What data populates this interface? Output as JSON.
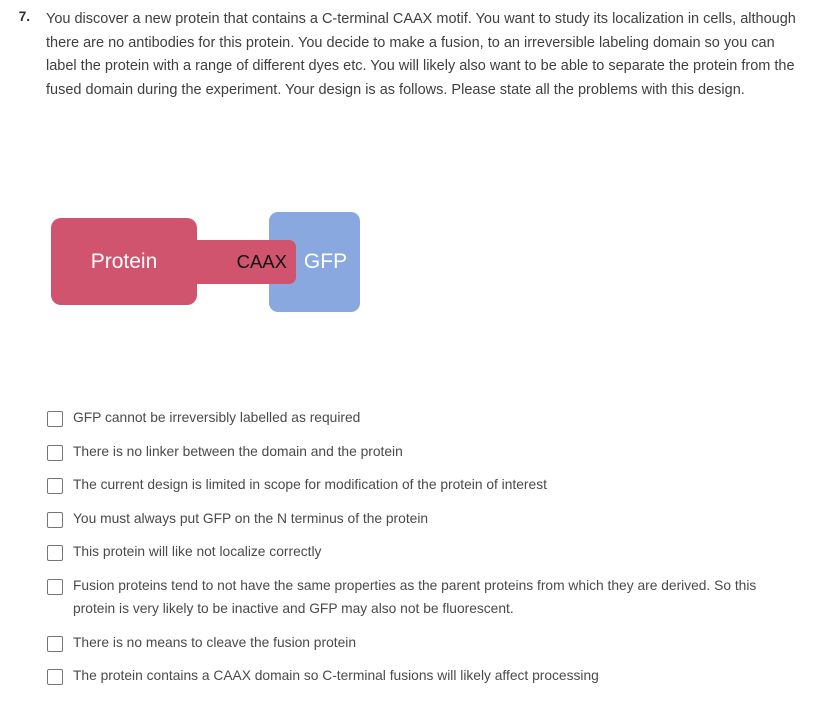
{
  "question": {
    "number": "7.",
    "text": "You discover a new protein that contains a C-terminal CAAX motif. You want to study its localization in cells, although there are no antibodies for this protein. You decide to make a fusion, to an irreversible labeling domain so you can label the protein with a range of different dyes etc. You will likely also want to be able to separate the protein from the fused domain during the experiment. Your design is as follows. Please state all the problems with this design."
  },
  "diagram": {
    "protein_label": "Protein",
    "caax_label": "CAAX",
    "gfp_label": "GFP",
    "protein_color": "#d1546f",
    "caax_color": "#d1546f",
    "gfp_color": "#8aa8e0",
    "protein_text_color": "#ffffff",
    "caax_text_color": "#141414",
    "gfp_text_color": "#ffffff"
  },
  "options": [
    {
      "label": "GFP cannot be irreversibly labelled as required",
      "checked": false
    },
    {
      "label": "There is no linker between the domain and the protein",
      "checked": false
    },
    {
      "label": "The current design is limited in scope for modification of the protein of interest",
      "checked": false
    },
    {
      "label": "You must always put GFP on the N terminus of the protein",
      "checked": false
    },
    {
      "label": "This protein will like not localize correctly",
      "checked": false
    },
    {
      "label": "Fusion proteins tend to not have the same properties as the parent proteins from which they are derived. So this protein is very likely to be inactive and GFP may also not be fluorescent.",
      "checked": false
    },
    {
      "label": "There is no means to cleave the fusion protein",
      "checked": false
    },
    {
      "label": "The protein contains a CAAX domain so C-terminal fusions will likely affect processing",
      "checked": false
    }
  ]
}
